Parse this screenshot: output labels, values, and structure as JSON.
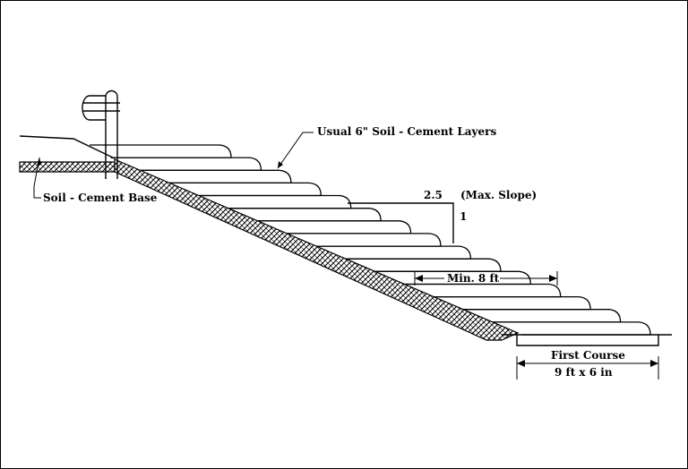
{
  "diagram": {
    "title": "Soil-cement slope protection cross section",
    "labels": {
      "layers": "Usual 6\" Soil - Cement Layers",
      "base": "Soil - Cement Base",
      "slope_h": "2.5",
      "slope_note": "(Max. Slope)",
      "slope_v": "1",
      "min_width": "Min. 8 ft",
      "first_course": "First Course",
      "first_course_dim": "9 ft x 6 in"
    },
    "slope_ratio": {
      "horizontal": 2.5,
      "vertical": 1
    },
    "layer_count": 15,
    "colors": {
      "ink": "#000000",
      "paper": "#ffffff"
    }
  }
}
